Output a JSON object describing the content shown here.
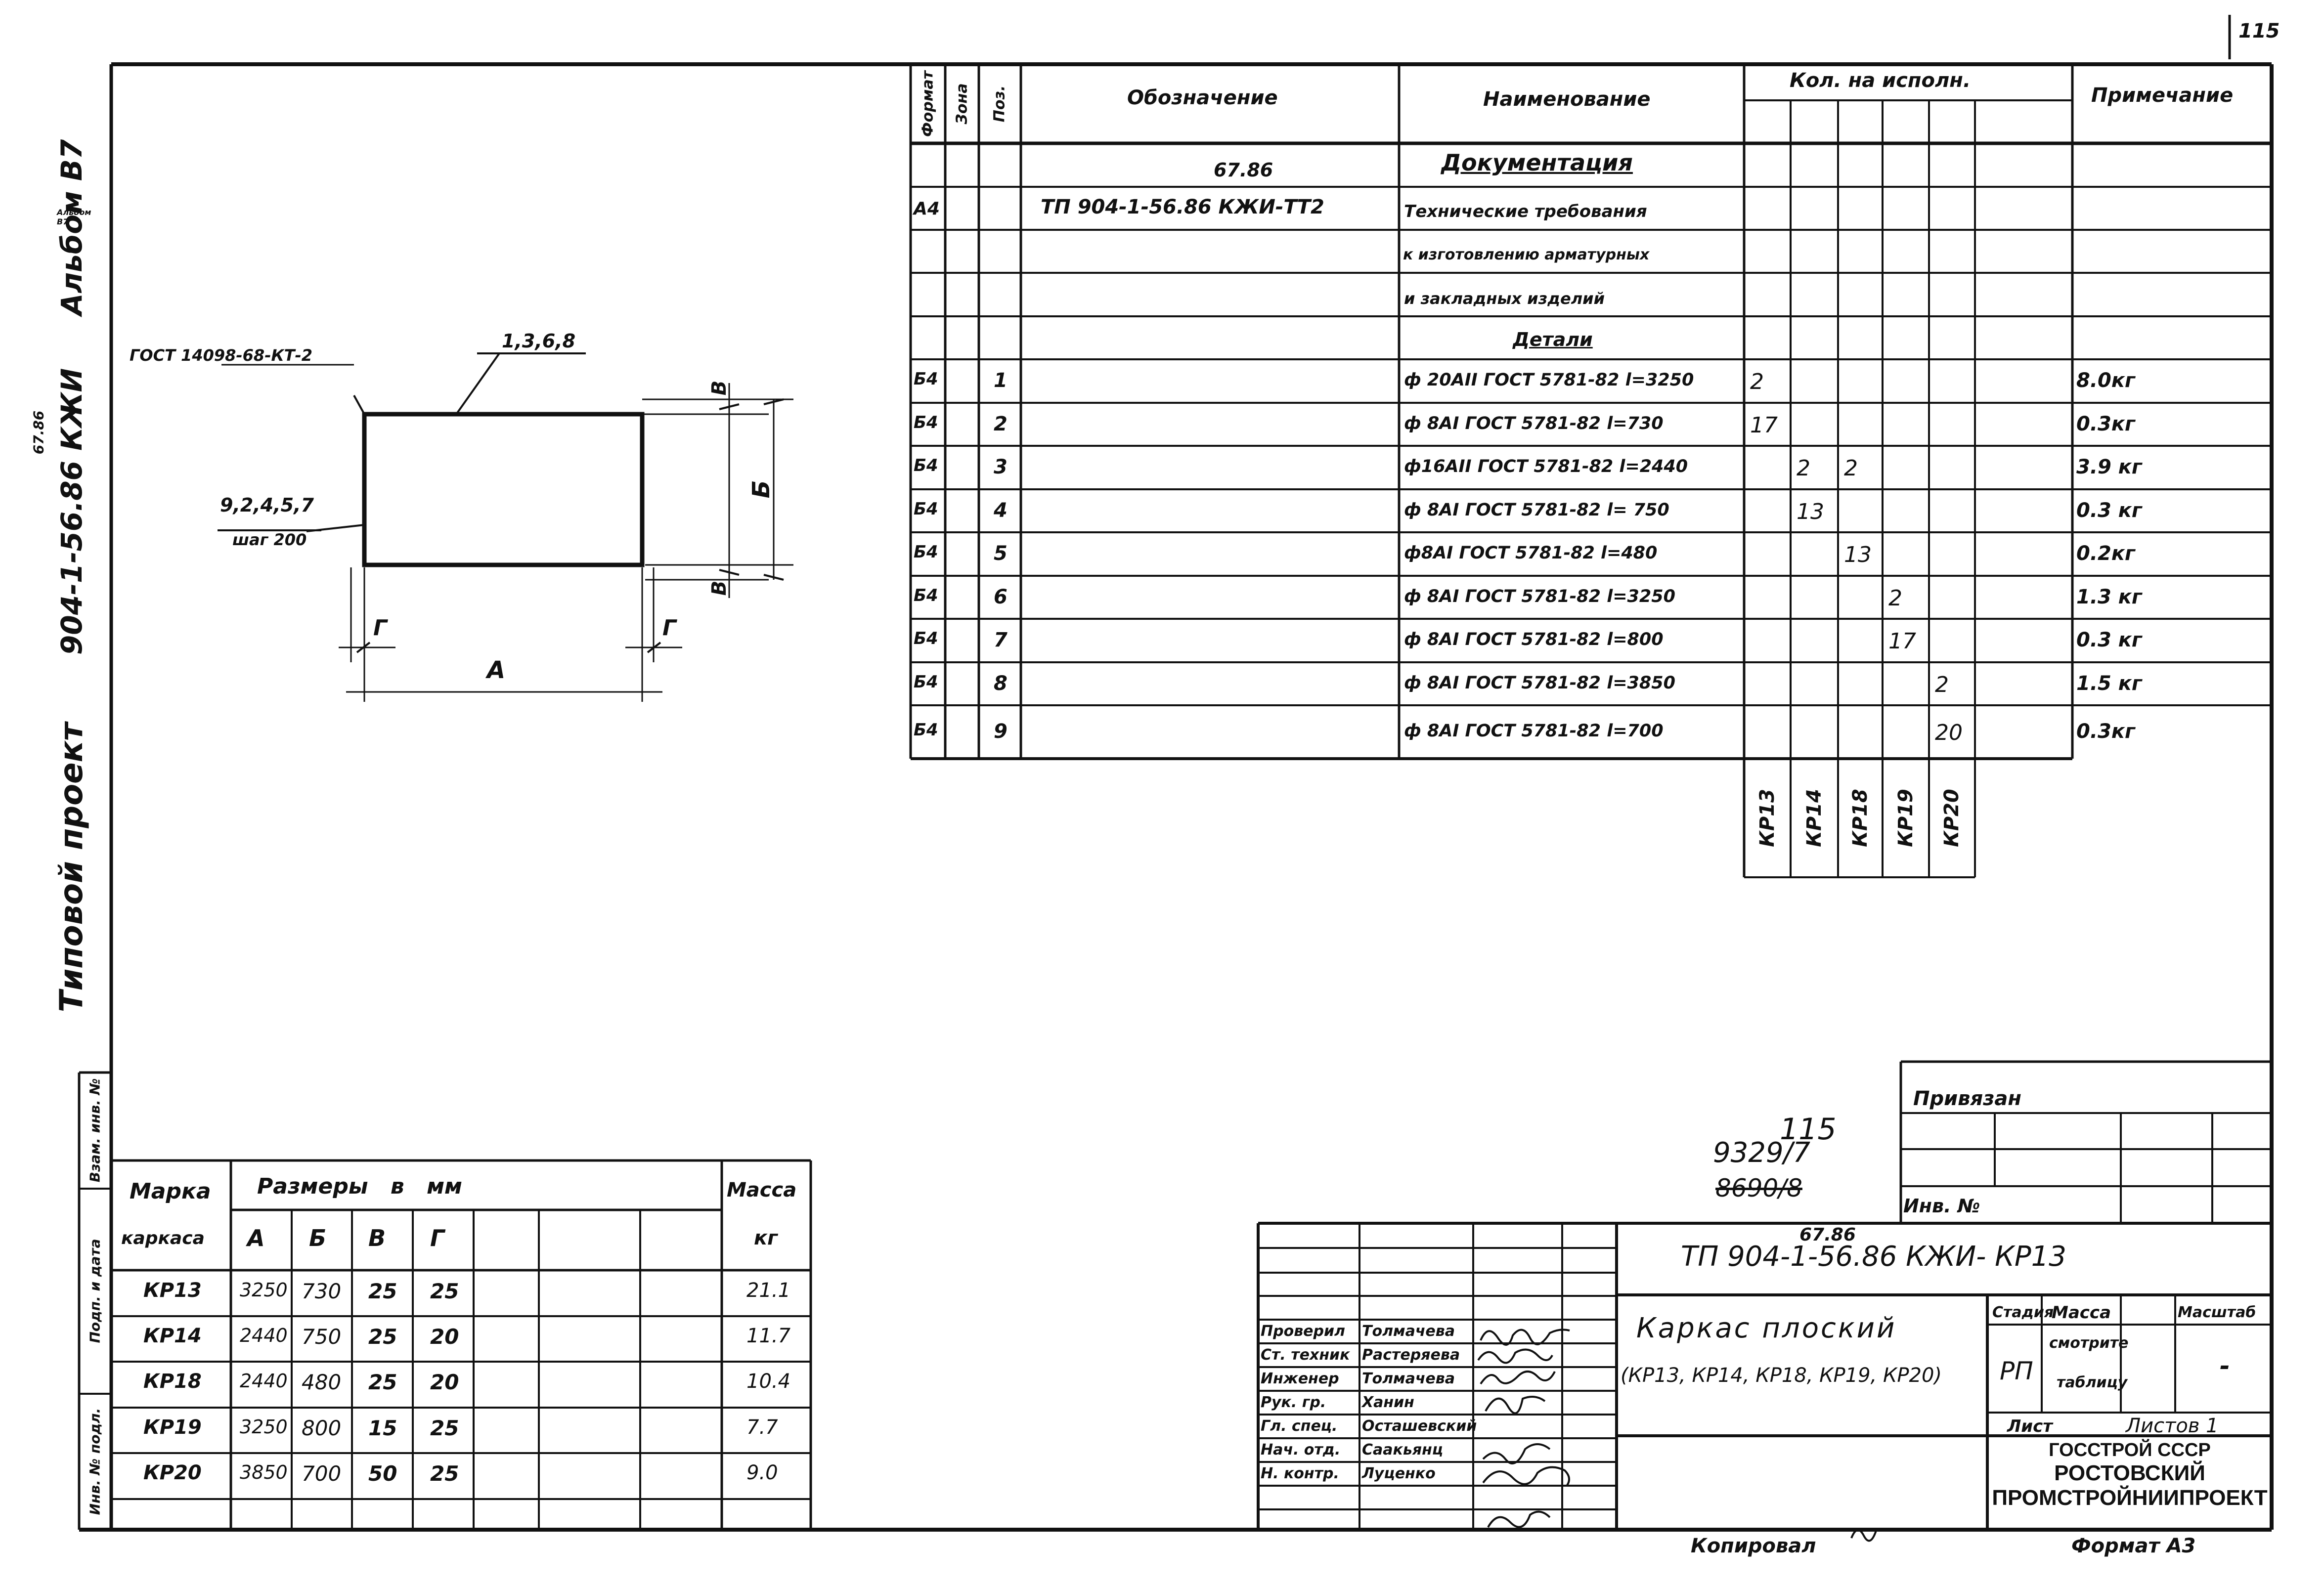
{
  "page_number": "115",
  "vertical": {
    "album": "Альбом В7",
    "code": "904-1-56.86 КЖИ",
    "code_over": "67.86",
    "project_type": "Типовой проект"
  },
  "left_stamp": [
    "Инв. № подл.",
    "Подп. и дата",
    "Взам. инв. №"
  ],
  "sketch": {
    "gost_weld": "ГОСТ 14098-68-КТ-2",
    "pos_top": "1,3,6,8",
    "pos_side": "9,2,4,5,7",
    "step": "шаг 200",
    "dim_a": "А",
    "dim_b": "Б",
    "dim_v": "В",
    "dim_g": "Г"
  },
  "spec_headers": {
    "format": "Формат",
    "zone": "Зона",
    "pos": "Поз.",
    "designation": "Обозначение",
    "name": "Наименование",
    "qty": "Кол. на исполн.",
    "note": "Примечание"
  },
  "spec_docs": {
    "section_docs": "Документация",
    "format_a4": "А4",
    "doc_designation": "ТП 904-1-56.86 КЖИ-ТТ2",
    "doc_designation_over": "67.86",
    "doc_name_1": "Технические требования",
    "doc_name_2": "к изготовлению арматурных",
    "doc_name_3": "и закладных изделий",
    "section_details": "Детали"
  },
  "spec_rows": [
    {
      "format": "Б4",
      "pos": "1",
      "name": "ф 20АII ГОСТ 5781-82 l=3250",
      "qty": [
        "2",
        "",
        "",
        "",
        ""
      ],
      "note": "8.0кг"
    },
    {
      "format": "Б4",
      "pos": "2",
      "name": "ф 8АI ГОСТ 5781-82 l=730",
      "qty": [
        "17",
        "",
        "",
        "",
        ""
      ],
      "note": "0.3кг"
    },
    {
      "format": "Б4",
      "pos": "3",
      "name": "ф16АII ГОСТ 5781-82 l=2440",
      "qty": [
        "",
        "2",
        "2",
        "",
        ""
      ],
      "note": "3.9 кг"
    },
    {
      "format": "Б4",
      "pos": "4",
      "name": "ф 8АI ГОСТ 5781-82 l= 750",
      "qty": [
        "",
        "13",
        "",
        "",
        ""
      ],
      "note": "0.3 кг"
    },
    {
      "format": "Б4",
      "pos": "5",
      "name": "ф8АI ГОСТ 5781-82 l=480",
      "qty": [
        "",
        "",
        "13",
        "",
        ""
      ],
      "note": "0.2кг"
    },
    {
      "format": "Б4",
      "pos": "6",
      "name": "ф 8АI ГОСТ 5781-82 l=3250",
      "qty": [
        "",
        "",
        "",
        "2",
        ""
      ],
      "note": "1.3 кг"
    },
    {
      "format": "Б4",
      "pos": "7",
      "name": "ф 8АI ГОСТ 5781-82 l=800",
      "qty": [
        "",
        "",
        "",
        "17",
        ""
      ],
      "note": "0.3 кг"
    },
    {
      "format": "Б4",
      "pos": "8",
      "name": "ф 8АI ГОСТ 5781-82 l=3850",
      "qty": [
        "",
        "",
        "",
        "",
        "2"
      ],
      "note": "1.5 кг"
    },
    {
      "format": "Б4",
      "pos": "9",
      "name": "ф 8АI ГОСТ 5781-82 l=700",
      "qty": [
        "",
        "",
        "",
        "",
        "20"
      ],
      "note": "0.3кг"
    }
  ],
  "variant_labels": [
    "КР13",
    "КР14",
    "КР18",
    "КР19",
    "КР20"
  ],
  "dims_table": {
    "h_mark_1": "Марка",
    "h_mark_2": "каркаса",
    "h_dims": "Размеры в мм",
    "h_mass_1": "Масса",
    "h_mass_2": "кг",
    "cols": [
      "А",
      "Б",
      "В",
      "Г"
    ],
    "rows": [
      {
        "mark": "КР13",
        "a": "3250",
        "b": "730",
        "v": "25",
        "g": "25",
        "mass": "21.1"
      },
      {
        "mark": "КР14",
        "a": "2440",
        "b": "750",
        "v": "25",
        "g": "20",
        "mass": "11.7"
      },
      {
        "mark": "КР18",
        "a": "2440",
        "b": "480",
        "v": "25",
        "g": "20",
        "mass": "10.4"
      },
      {
        "mark": "КР19",
        "a": "3250",
        "b": "800",
        "v": "15",
        "g": "25",
        "mass": "7.7"
      },
      {
        "mark": "КР20",
        "a": "3850",
        "b": "700",
        "v": "50",
        "g": "25",
        "mass": "9.0"
      }
    ]
  },
  "binding": {
    "label": "Привязан",
    "inv": "Инв. №",
    "num_1": "9329/7",
    "num_1_over": "115",
    "num_2": "8690/8"
  },
  "title_block": {
    "designation": "ТП 904-1-56.86 КЖИ- КР13",
    "designation_over": "67.86",
    "title_1": "Каркас плоский",
    "title_2": "(КР13, КР14, КР18, КР19, КР20)",
    "roles": [
      "Проверил",
      "Ст. техник",
      "Инженер",
      "Рук. гр.",
      "Гл. спец.",
      "Нач. отд.",
      "Н. контр."
    ],
    "names": [
      "Толмачева",
      "Растеряева",
      "Толмачева",
      "Ханин",
      "Осташевский",
      "Саакьянц",
      "Луценко"
    ],
    "stage_h": "Стадия",
    "mass_h": "Масса",
    "scale_h": "Масштаб",
    "stage": "РП",
    "mass_1": "смотрите",
    "mass_2": "таблицу",
    "scale": "-",
    "sheet": "Лист",
    "sheets": "Листов 1",
    "org_1": "ГОССТРОЙ СССР",
    "org_2": "РОСТОВСКИЙ",
    "org_3": "ПРОМСТРОЙНИИПРОЕКТ"
  },
  "footer": {
    "copied": "Копировал",
    "format": "Формат А3"
  }
}
